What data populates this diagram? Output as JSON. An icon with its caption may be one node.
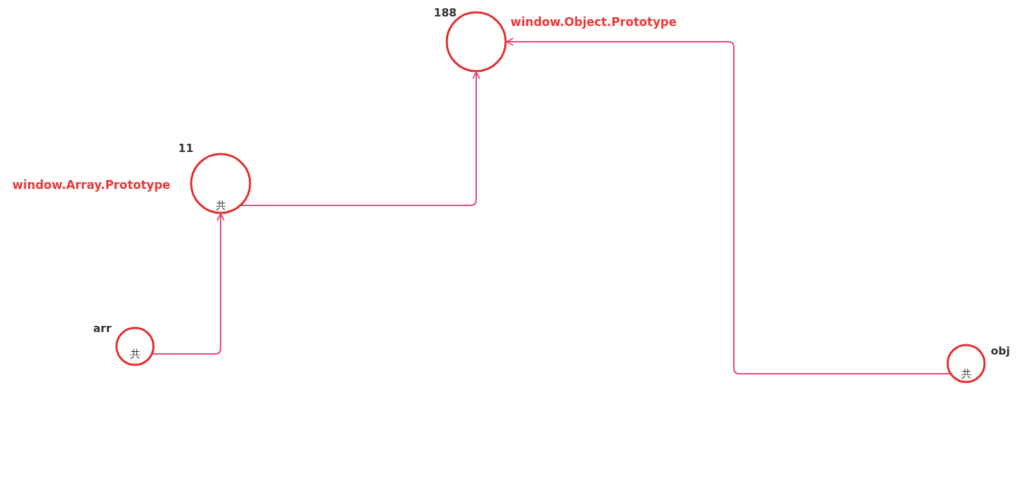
{
  "diagram": {
    "nodes": [
      {
        "text": [
          "188"
        ],
        "beside": [
          "window.Object.Prototype"
        ]
      },
      {
        "text": [
          "11",
          "共"
        ],
        "beside": [
          "window.Array.Prototype"
        ]
      },
      {
        "text": [
          "arr",
          "共"
        ]
      },
      {
        "text": [
          "obj",
          "共"
        ]
      }
    ],
    "edges": [
      {
        "from": 2,
        "to": 1,
        "arrow": "to"
      },
      {
        "from": 1,
        "to": 0,
        "arrow": "to"
      },
      {
        "from": 3,
        "to": 0,
        "arrow": "to"
      }
    ]
  }
}
